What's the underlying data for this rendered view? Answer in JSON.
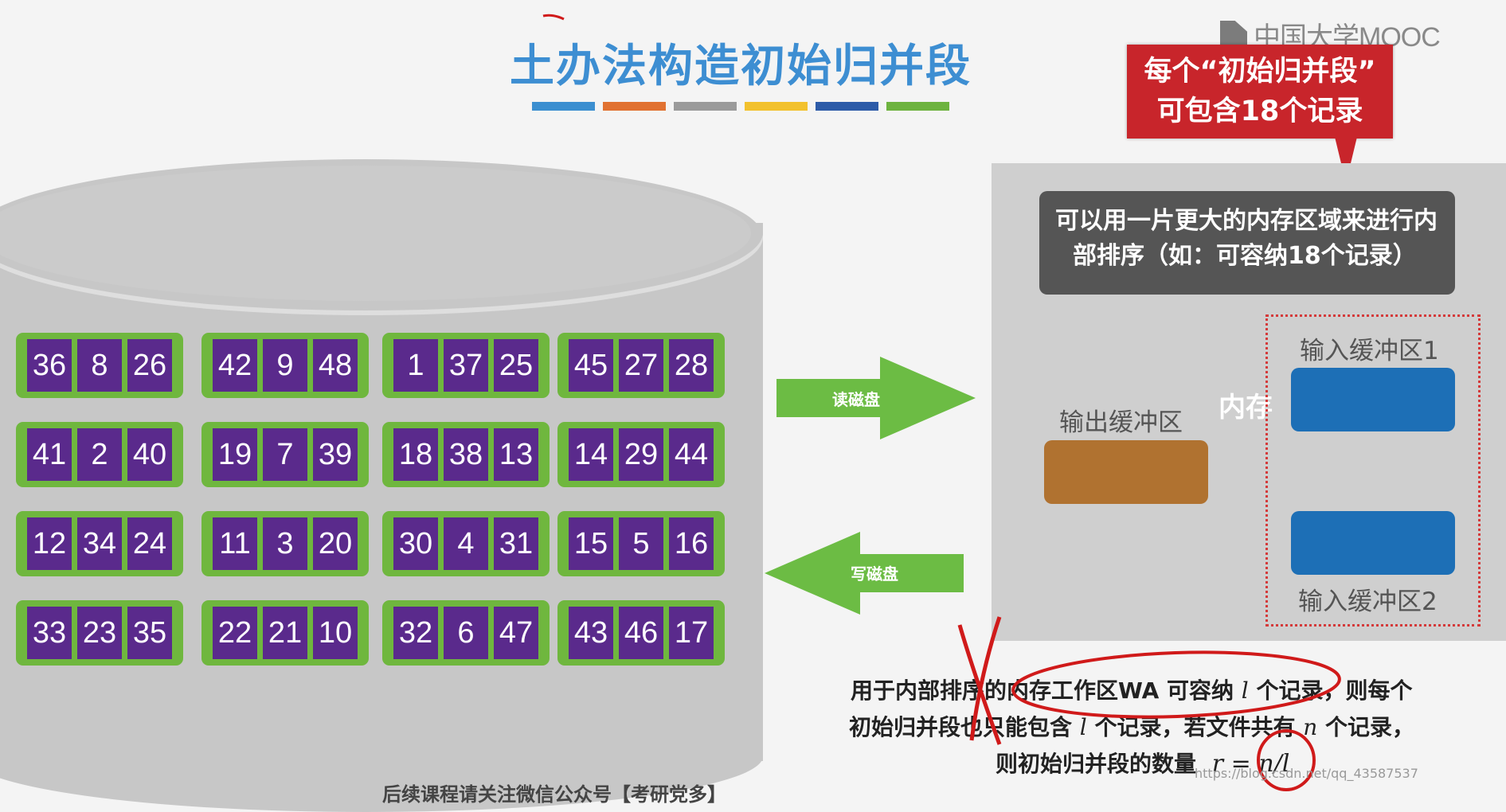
{
  "header": {
    "title": "土办法构造初始归并段",
    "color_bar": [
      "#3c8fd0",
      "#e17232",
      "#9b9b9b",
      "#f2c12e",
      "#2d5ba8",
      "#6db33f"
    ]
  },
  "logo": {
    "text": "中国大学MOOC",
    "icon": "mooc-logo-icon"
  },
  "callout": {
    "line1": "每个“初始归并段”",
    "line2": "可包含18个记录"
  },
  "disk": {
    "blocks": [
      [
        "36",
        "8",
        "26"
      ],
      [
        "42",
        "9",
        "48"
      ],
      [
        "1",
        "37",
        "25"
      ],
      [
        "45",
        "27",
        "28"
      ],
      [
        "41",
        "2",
        "40"
      ],
      [
        "19",
        "7",
        "39"
      ],
      [
        "18",
        "38",
        "13"
      ],
      [
        "14",
        "29",
        "44"
      ],
      [
        "12",
        "34",
        "24"
      ],
      [
        "11",
        "3",
        "20"
      ],
      [
        "30",
        "4",
        "31"
      ],
      [
        "15",
        "5",
        "16"
      ],
      [
        "33",
        "23",
        "35"
      ],
      [
        "22",
        "21",
        "10"
      ],
      [
        "32",
        "6",
        "47"
      ],
      [
        "43",
        "46",
        "17"
      ]
    ]
  },
  "arrows": {
    "read": "读磁盘",
    "write": "写磁盘"
  },
  "memory": {
    "description_line1": "可以用一片更大的内存区域来进行内",
    "description_line2": "部排序（如：可容纳18个记录）",
    "output_buffer": "输出缓冲区",
    "label": "内存",
    "input_buffer_1": "输入缓冲区1",
    "input_buffer_2": "输入缓冲区2"
  },
  "notes": {
    "line1_a": "用于内部排序的内存工作区WA 可容纳",
    "var_l": "l",
    "line1_b": "个记录，则每个",
    "line2_a": "初始归并段也只能包含",
    "line2_b": "个记录，若文件共有",
    "var_n": "n",
    "line2_c": "个记录，",
    "line3_a": "则初始归并段的数量",
    "formula": "r = n/l"
  },
  "watermark": "https://blog.csdn.net/qq_43587537",
  "footer": "后续课程请关注微信公众号【考研党多】"
}
